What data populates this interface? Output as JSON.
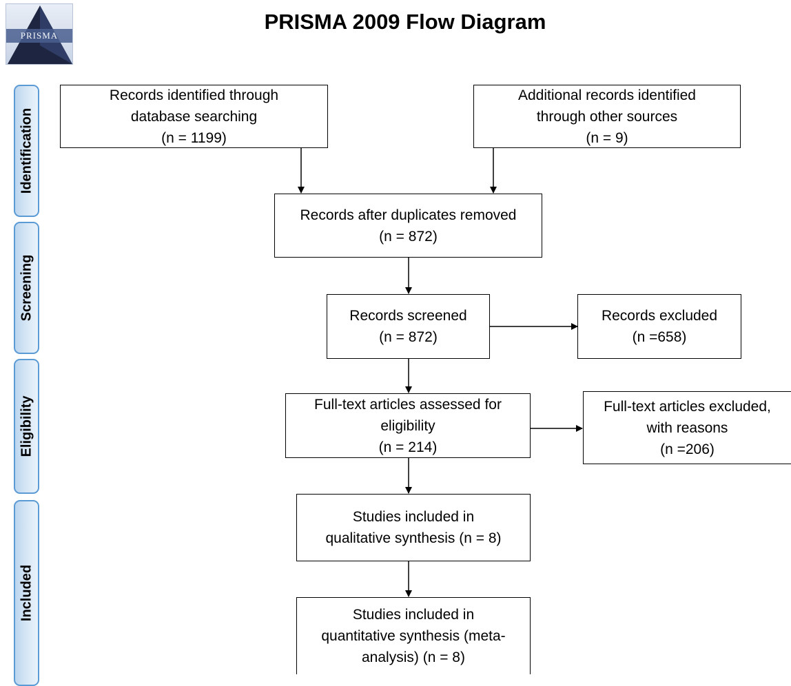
{
  "title": "PRISMA 2009 Flow Diagram",
  "logo": {
    "text": "PRISMA"
  },
  "stages": [
    "Identification",
    "Screening",
    "Eligibility",
    "Included"
  ],
  "boxes": {
    "database": [
      "Records identified through",
      "database searching",
      "(n = 1199)"
    ],
    "other": [
      "Additional records identified",
      "through other sources",
      "(n = 9)"
    ],
    "duplicates": [
      "Records after duplicates removed",
      "(n = 872)"
    ],
    "screened": [
      "Records screened",
      "(n = 872)"
    ],
    "excluded": [
      "Records excluded",
      "(n =658)"
    ],
    "fulltext": [
      "Full-text articles assessed for",
      "eligibility",
      "(n = 214)"
    ],
    "fulltext_excluded": [
      "Full-text articles excluded,",
      "with reasons",
      "(n =206)"
    ],
    "qualitative": [
      "Studies included in",
      "qualitative synthesis (n = 8)"
    ],
    "quantitative": [
      "Studies included in",
      "quantitative synthesis (meta-",
      "analysis) (n = 8)"
    ]
  }
}
